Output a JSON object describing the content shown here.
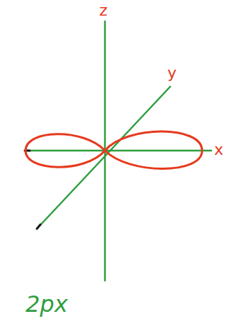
{
  "diagram": {
    "caption": "2px",
    "labels": [
      "z",
      "y",
      "x"
    ]
  }
}
